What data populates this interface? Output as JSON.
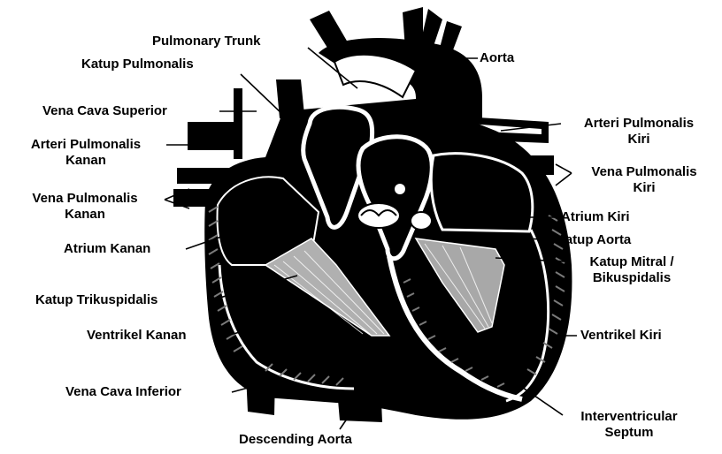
{
  "labels": {
    "pulmonary_trunk": "Pulmonary Trunk",
    "katup_pulmonalis": "Katup Pulmonalis",
    "aorta": "Aorta",
    "vena_cava_superior": "Vena Cava Superior",
    "arteri_pulmonalis_kanan_1": "Arteri Pulmonalis",
    "arteri_pulmonalis_kanan_2": "Kanan",
    "vena_pulmonalis_kanan_1": "Vena Pulmonalis",
    "vena_pulmonalis_kanan_2": "Kanan",
    "atrium_kanan": "Atrium Kanan",
    "katup_trikuspidalis": "Katup Trikuspidalis",
    "ventrikel_kanan": "Ventrikel Kanan",
    "vena_cava_inferior": "Vena Cava Inferior",
    "descending_aorta": "Descending Aorta",
    "arteri_pulmonalis_kiri_1": "Arteri Pulmonalis",
    "arteri_pulmonalis_kiri_2": "Kiri",
    "vena_pulmonalis_kiri_1": "Vena Pulmonalis",
    "vena_pulmonalis_kiri_2": "Kiri",
    "atrium_kiri": "Atrium Kiri",
    "katup_aorta": "Katup Aorta",
    "katup_mitral_1": "Katup Mitral /",
    "katup_mitral_2": "Bikuspidalis",
    "ventrikel_kiri": "Ventrikel Kiri",
    "interventricular_1": "Interventricular",
    "interventricular_2": "Septum"
  },
  "colors": {
    "ink": "#000000",
    "paper": "#ffffff",
    "mid": "#7a7a7a"
  }
}
